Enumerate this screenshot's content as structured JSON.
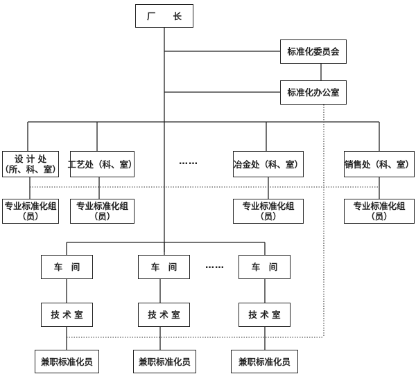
{
  "diagram": {
    "type": "organization-chart",
    "director": {
      "label": "厂　　长"
    },
    "committee": {
      "label": "标准化委员会"
    },
    "office": {
      "label": "标准化办公室"
    },
    "departments": [
      {
        "line1": "设  计  处",
        "line2": "（所、科、室）",
        "group_line1": "专业标准化组",
        "group_line2": "（员）"
      },
      {
        "line1": "工艺处（科、室）",
        "line2": "",
        "group_line1": "专业标准化组",
        "group_line2": "（员）"
      },
      {
        "line1": "冶金处（科、室）",
        "line2": "",
        "group_line1": "专业标准化组",
        "group_line2": "（员）"
      },
      {
        "line1": "销售处（科、室）",
        "line2": "",
        "group_line1": "专业标准化组",
        "group_line2": "（员）"
      }
    ],
    "dept_ellipsis": "……",
    "workshops": [
      {
        "workshop": "车　间",
        "tech_room": "技 术 室",
        "staff": "兼职标准化员"
      },
      {
        "workshop": "车　间",
        "tech_room": "技 术 室",
        "staff": "兼职标准化员"
      },
      {
        "workshop": "车　间",
        "tech_room": "技 术 室",
        "staff": "兼职标准化员"
      }
    ],
    "workshop_ellipsis": "……",
    "line_styles": {
      "solid": "administrative reporting",
      "dotted": "standardization guidance"
    },
    "colors": {
      "line": "#222222",
      "background": "#ffffff"
    }
  }
}
